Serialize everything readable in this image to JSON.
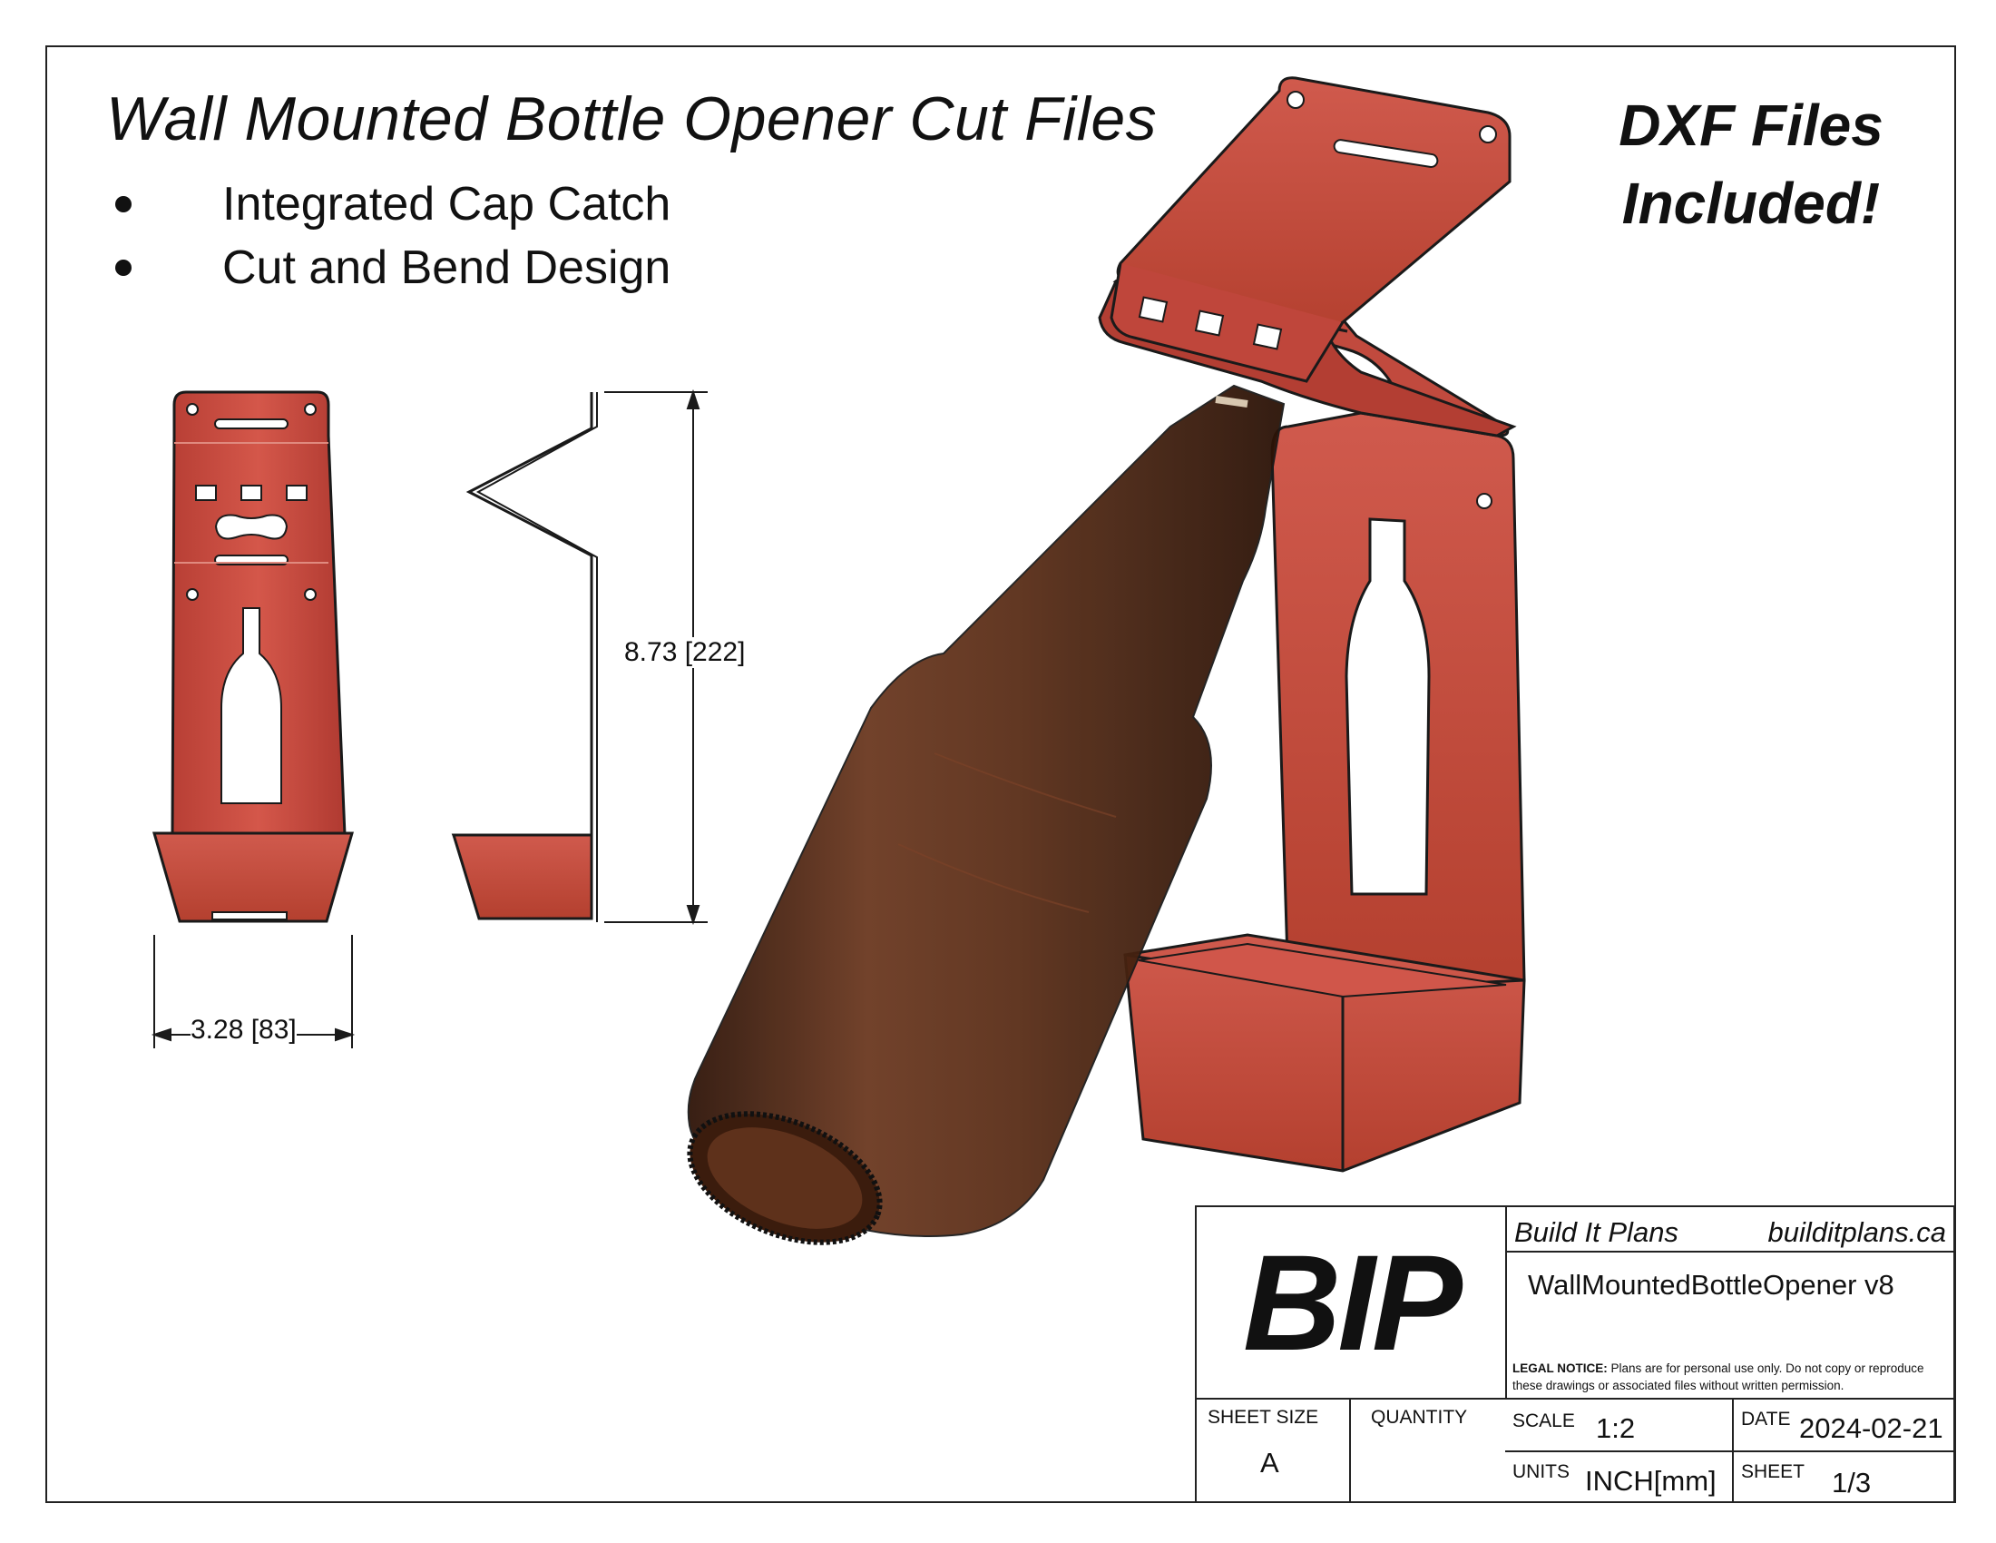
{
  "header": {
    "title": "Wall Mounted Bottle Opener Cut Files",
    "features": [
      "Integrated Cap Catch",
      "Cut and Bend Design"
    ],
    "callout_line1": "DXF Files",
    "callout_line2": "Included!"
  },
  "drawing": {
    "dim_height": "8.73 [222]",
    "dim_width": "3.28 [83]"
  },
  "colors": {
    "part_red": "#c8473d",
    "part_red_dark": "#a0352c",
    "part_red_light": "#d65a4e",
    "bottle_brown": "#5a2e1c",
    "line": "#1a1a1a"
  },
  "title_block": {
    "logo": "BIP",
    "company": "Build It Plans",
    "website": "builditplans.ca",
    "part_name": "WallMountedBottleOpener v8",
    "legal_label": "LEGAL NOTICE:",
    "legal_text": "Plans are for personal use only. Do not copy or reproduce these drawings or associated files without written permission.",
    "sheet_size_label": "SHEET SIZE",
    "sheet_size_value": "A",
    "quantity_label": "QUANTITY",
    "quantity_value": "",
    "scale_label": "SCALE",
    "scale_value": "1:2",
    "date_label": "DATE",
    "date_value": "2024-02-21",
    "units_label": "UNITS",
    "units_value": "INCH[mm]",
    "sheet_label": "SHEET",
    "sheet_value": "1/3"
  }
}
